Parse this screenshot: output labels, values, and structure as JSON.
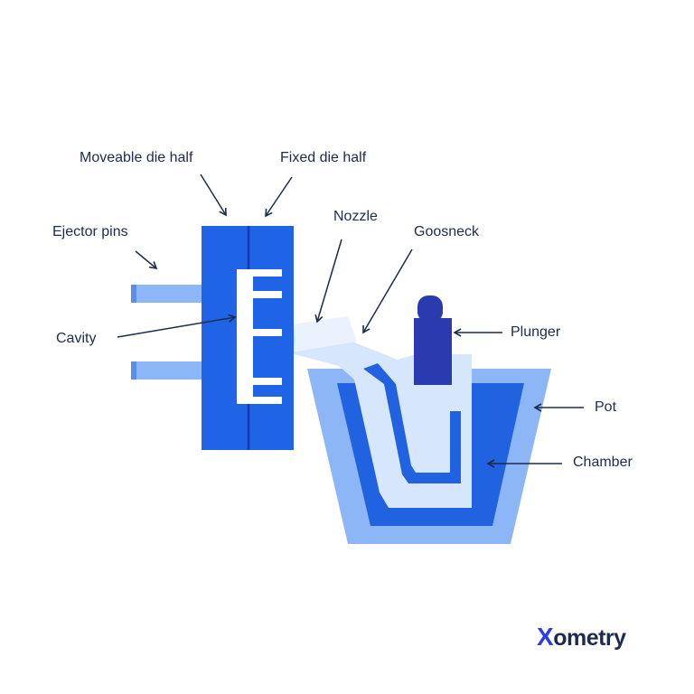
{
  "labels": {
    "moveable_die_half": "Moveable die half",
    "fixed_die_half": "Fixed die half",
    "ejector_pins": "Ejector pins",
    "cavity": "Cavity",
    "nozzle": "Nozzle",
    "gooseneck": "Goosneck",
    "plunger": "Plunger",
    "pot": "Pot",
    "chamber": "Chamber"
  },
  "brand": {
    "logo_x": "X",
    "logo_rest": "ometry"
  },
  "colors": {
    "die_blue": "#1f63e6",
    "die_split": "#1a36b8",
    "light_blue": "#8cb6f5",
    "pale_blue": "#d6e6fc",
    "plunger_navy": "#2a3bb0",
    "chamber_blue": "#2062e0",
    "text_navy": "#1d2b4d",
    "brand_blue": "#2d3ee0"
  }
}
